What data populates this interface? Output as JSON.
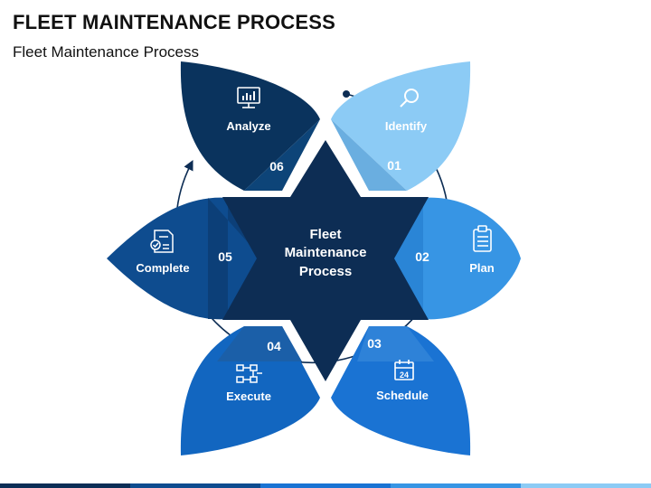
{
  "header": {
    "title": "FLEET MAINTENANCE PROCESS",
    "subtitle": "Fleet Maintenance Process"
  },
  "center": {
    "lines": [
      "Fleet",
      "Maintenance",
      "Process"
    ],
    "color": "#0d2d54"
  },
  "steps": [
    {
      "number": "01",
      "label": "Identify",
      "icon": "magnifier-icon",
      "color": "#8ccbf5",
      "shade": "#6aaee0"
    },
    {
      "number": "02",
      "label": "Plan",
      "icon": "clipboard-icon",
      "color": "#3795e4",
      "shade": "#2a85d6"
    },
    {
      "number": "03",
      "label": "Schedule",
      "icon": "calendar-icon",
      "color": "#1a73d3",
      "shade": "#2e82d8"
    },
    {
      "number": "04",
      "label": "Execute",
      "icon": "flowchart-icon",
      "color": "#1266c0",
      "shade": "#1b5fa8"
    },
    {
      "number": "05",
      "label": "Complete",
      "icon": "checklist-icon",
      "color": "#0e4c8f",
      "shade": "#0c3f78"
    },
    {
      "number": "06",
      "label": "Analyze",
      "icon": "monitor-chart-icon",
      "color": "#0a335d",
      "shade": "#0d4478"
    }
  ],
  "calendar_day": "24",
  "bottom_bar_colors": [
    "#0b2d55",
    "#0e4c8f",
    "#1a73d3",
    "#3795e4",
    "#8ccbf5"
  ]
}
